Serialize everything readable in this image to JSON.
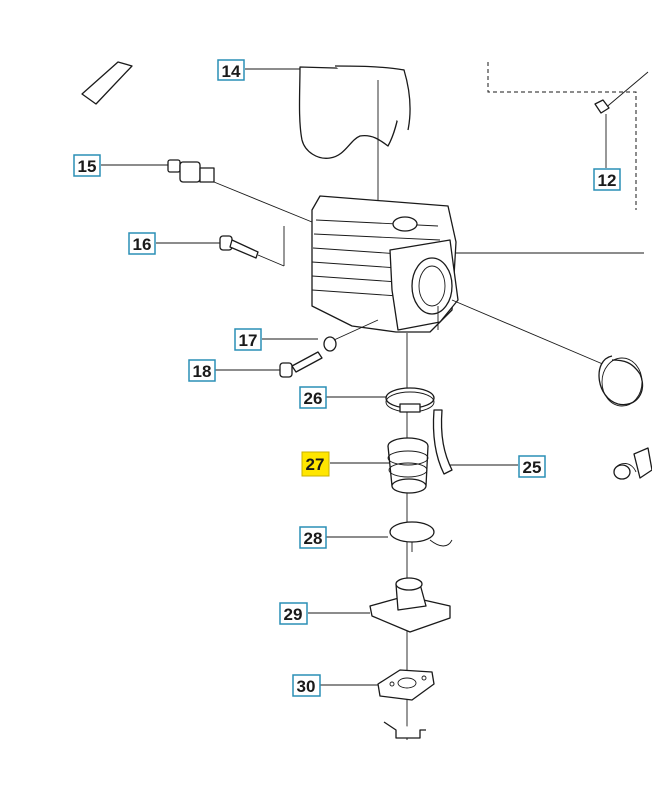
{
  "diagram": {
    "colors": {
      "callout_border": "#2a8fb5",
      "callout_highlight": "#ffe600",
      "line": "#1a1a1a",
      "background": "#ffffff"
    },
    "callouts": {
      "c12": {
        "label": "12",
        "highlighted": false
      },
      "c14": {
        "label": "14",
        "highlighted": false
      },
      "c15": {
        "label": "15",
        "highlighted": false
      },
      "c16": {
        "label": "16",
        "highlighted": false
      },
      "c17": {
        "label": "17",
        "highlighted": false
      },
      "c18": {
        "label": "18",
        "highlighted": false
      },
      "c25": {
        "label": "25",
        "highlighted": false
      },
      "c26": {
        "label": "26",
        "highlighted": false
      },
      "c27": {
        "label": "27",
        "highlighted": true
      },
      "c28": {
        "label": "28",
        "highlighted": false
      },
      "c29": {
        "label": "29",
        "highlighted": false
      },
      "c30": {
        "label": "30",
        "highlighted": false
      }
    }
  }
}
